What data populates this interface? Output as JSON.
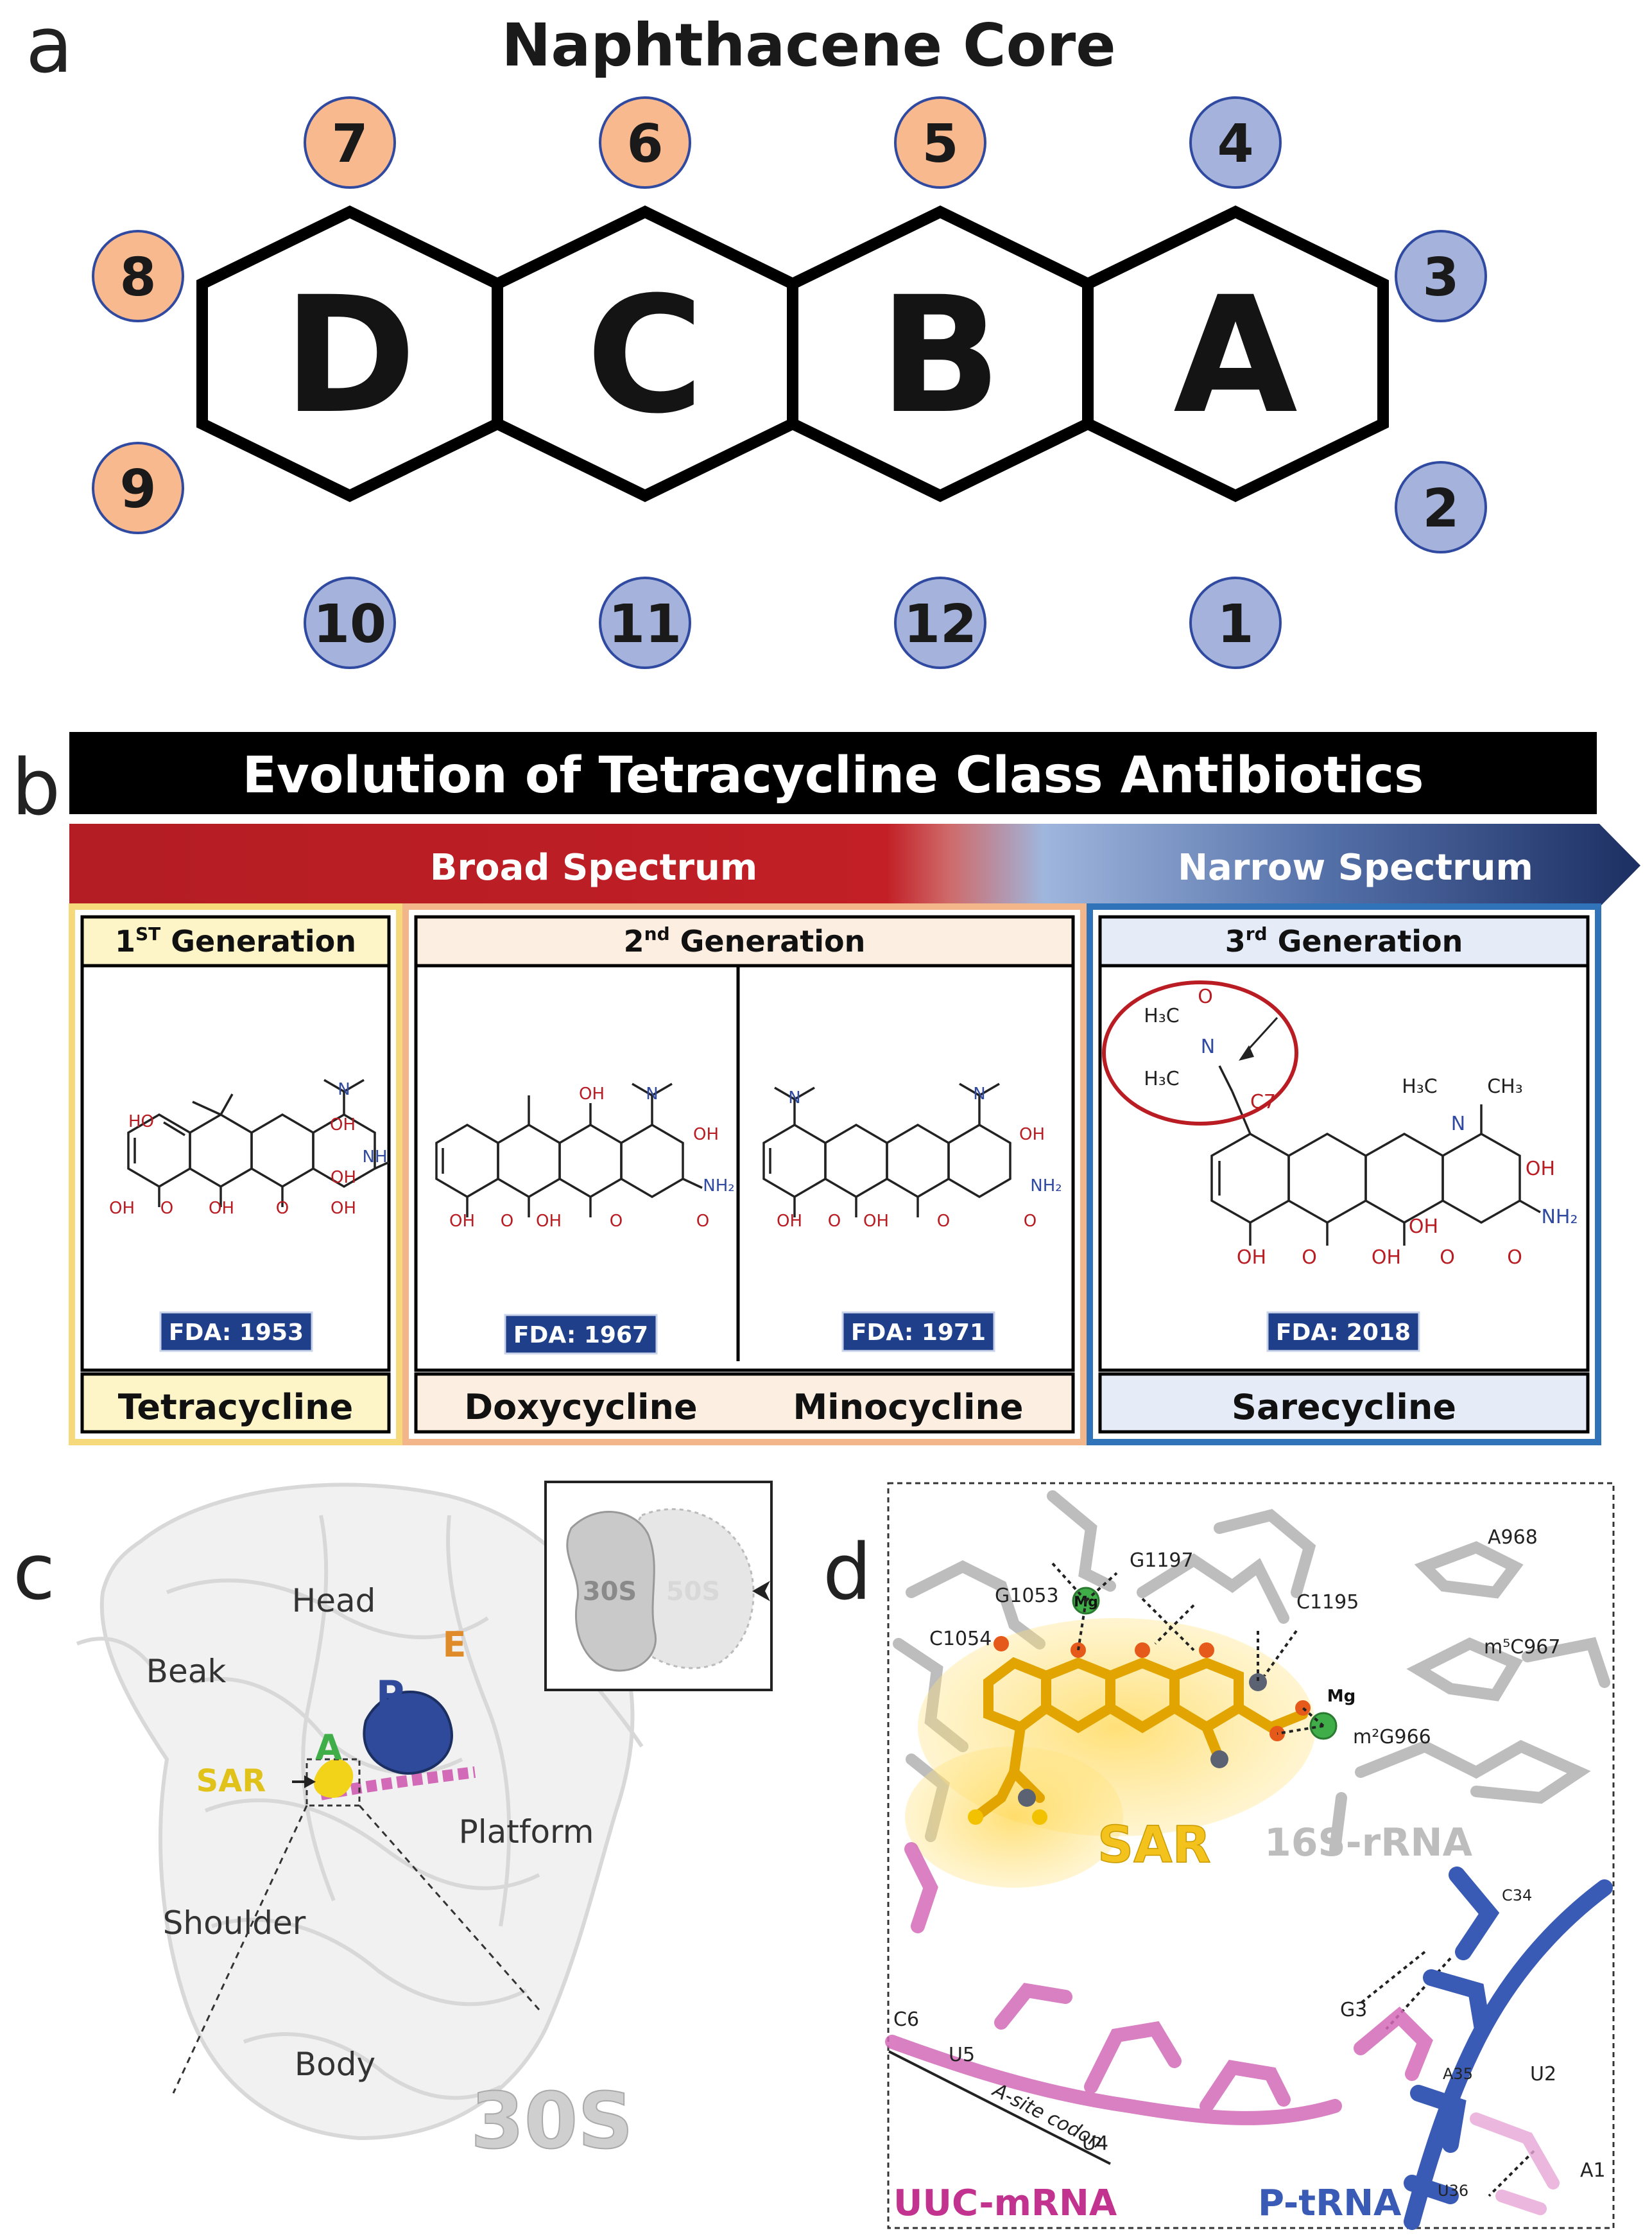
{
  "panel_a": {
    "letter": "a",
    "title": "Naphthacene Core",
    "rings": [
      "D",
      "C",
      "B",
      "A"
    ],
    "positions": [
      "7",
      "6",
      "5",
      "4",
      "8",
      "3",
      "9",
      "2",
      "10",
      "11",
      "12",
      "1"
    ],
    "colors": {
      "orange_circle": "#f8b98f",
      "blue_circle": "#a5b3dc",
      "circle_stroke": "#2f4aa0"
    }
  },
  "panel_b": {
    "letter": "b",
    "banner": "Evolution of Tetracycline Class Antibiotics",
    "broad": "Broad Spectrum",
    "narrow": "Narrow Spectrum",
    "gen1": {
      "header_sup": "ST",
      "header_num": "1",
      "header_rest": " Generation",
      "fda": "FDA: 1953",
      "name": "Tetracycline"
    },
    "gen2": {
      "header_sup": "nd",
      "header_num": "2",
      "header_rest": " Generation",
      "fda_a": "FDA: 1967",
      "fda_b": "FDA: 1971",
      "name_a": "Doxycycline",
      "name_b": "Minocycline"
    },
    "gen3": {
      "header_sup": "rd",
      "header_num": "3",
      "header_rest": " Generation",
      "fda": "FDA: 2018",
      "name": "Sarecycline",
      "c7_label": "C7"
    },
    "atoms": {
      "oh": "OH",
      "o": "O",
      "n": "N",
      "nh": "NH",
      "nh2": "NH₂",
      "ho": "HO",
      "h3c": "H₃C",
      "ch3": "CH₃"
    },
    "colors": {
      "red": "#b91c22",
      "navy": "#1d3769",
      "gen1_box": "#f5d97a",
      "gen2_box": "#f3b58a",
      "gen3_box": "#3173b8",
      "fda_badge": "#1f3f8a"
    }
  },
  "panel_c": {
    "letter": "c",
    "labels": {
      "head": "Head",
      "beak": "Beak",
      "shoulder": "Shoulder",
      "platform": "Platform",
      "body": "Body",
      "p": "P",
      "e": "E",
      "a": "A",
      "sar": "SAR",
      "subunit": "30S"
    },
    "inset": {
      "small": "30S",
      "large": "50S"
    }
  },
  "panel_d": {
    "letter": "d",
    "residues": [
      "G1197",
      "G1053",
      "C1054",
      "C1195",
      "A968",
      "m⁵C967",
      "m²G966",
      "C34",
      "G3",
      "C6",
      "U5",
      "U4",
      "A35",
      "U2",
      "U36",
      "A1"
    ],
    "mg": "Mg",
    "sar": "SAR",
    "rrna": "16S-rRNA",
    "codon": "A-site codon",
    "mrna": "UUC-mRNA",
    "trna": "P-tRNA",
    "colors": {
      "sar_yellow": "#f4c21c",
      "mrna_pink": "#d36ab8",
      "trna_blue": "#3a5bb5",
      "mg_green": "#3fae49"
    }
  }
}
